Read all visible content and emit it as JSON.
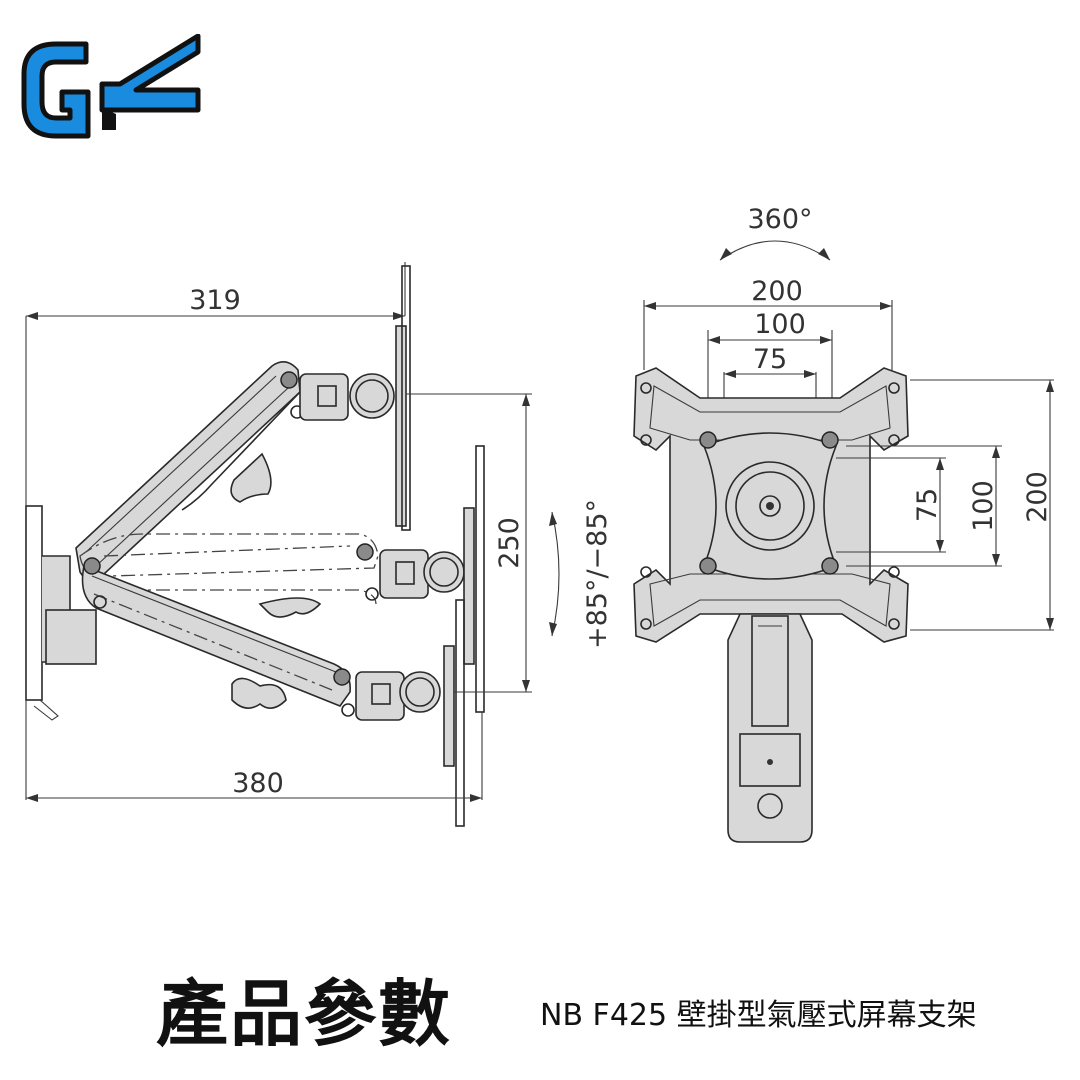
{
  "brand": {
    "logo_text": "GK",
    "logo_color": "#1a8ce0"
  },
  "diagram": {
    "side_view": {
      "dim_top_width": "319",
      "dim_bottom_width": "380",
      "dim_vertical_travel": "250",
      "tilt_range": "+85°/−85°"
    },
    "front_view": {
      "rotation": "360°",
      "vesa_top": [
        "200",
        "100",
        "75"
      ],
      "vesa_right": [
        "75",
        "100",
        "200"
      ]
    }
  },
  "footer": {
    "title": "產品參數",
    "subtitle": "NB F425 壁掛型氣壓式屏幕支架"
  }
}
